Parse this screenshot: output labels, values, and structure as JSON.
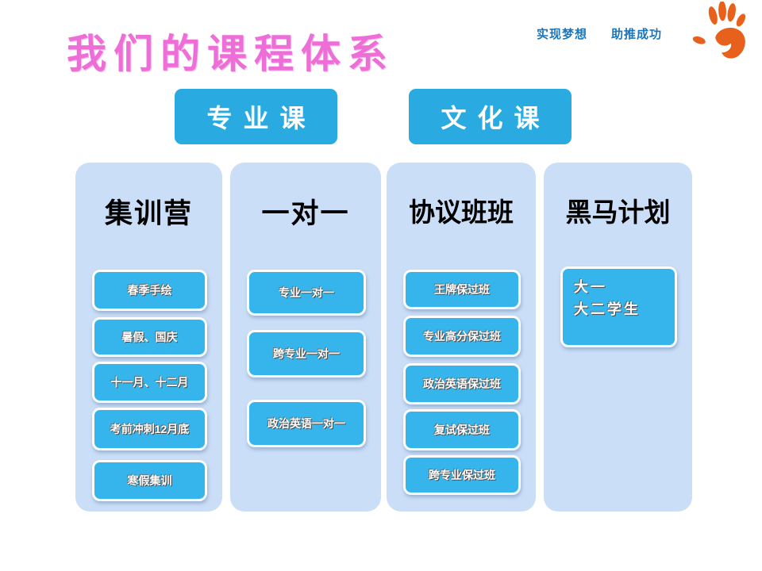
{
  "header": {
    "title": "我们的课程体系",
    "slogan_left": "实现梦想",
    "slogan_right": "助推成功",
    "logo": "handprint-icon"
  },
  "buttons": [
    {
      "label": "专业课"
    },
    {
      "label": "文化课"
    }
  ],
  "columns": [
    {
      "header": "集训营",
      "items": [
        "春季手绘",
        "暑假、国庆",
        "十一月、十二月",
        "考前冲刺12月底",
        "寒假集训"
      ]
    },
    {
      "header": "一对一",
      "items": [
        "专业一对一",
        "跨专业一对一",
        "政治英语一对一"
      ]
    },
    {
      "header": "协议班班",
      "items": [
        "王牌保过班",
        "专业高分保过班",
        "政治英语保过班",
        "复试保过班",
        "跨专业保过班"
      ]
    },
    {
      "header": "黑马计划",
      "box_lines": [
        "大一",
        "大二学生"
      ]
    }
  ],
  "colors": {
    "title_pink": "#ee6ed8",
    "slogan_blue": "#1b75bc",
    "logo_orange": "#e8611c",
    "button_blue": "#29abe2",
    "column_bg": "#cadef7",
    "box_blue": "#35b5ec"
  }
}
